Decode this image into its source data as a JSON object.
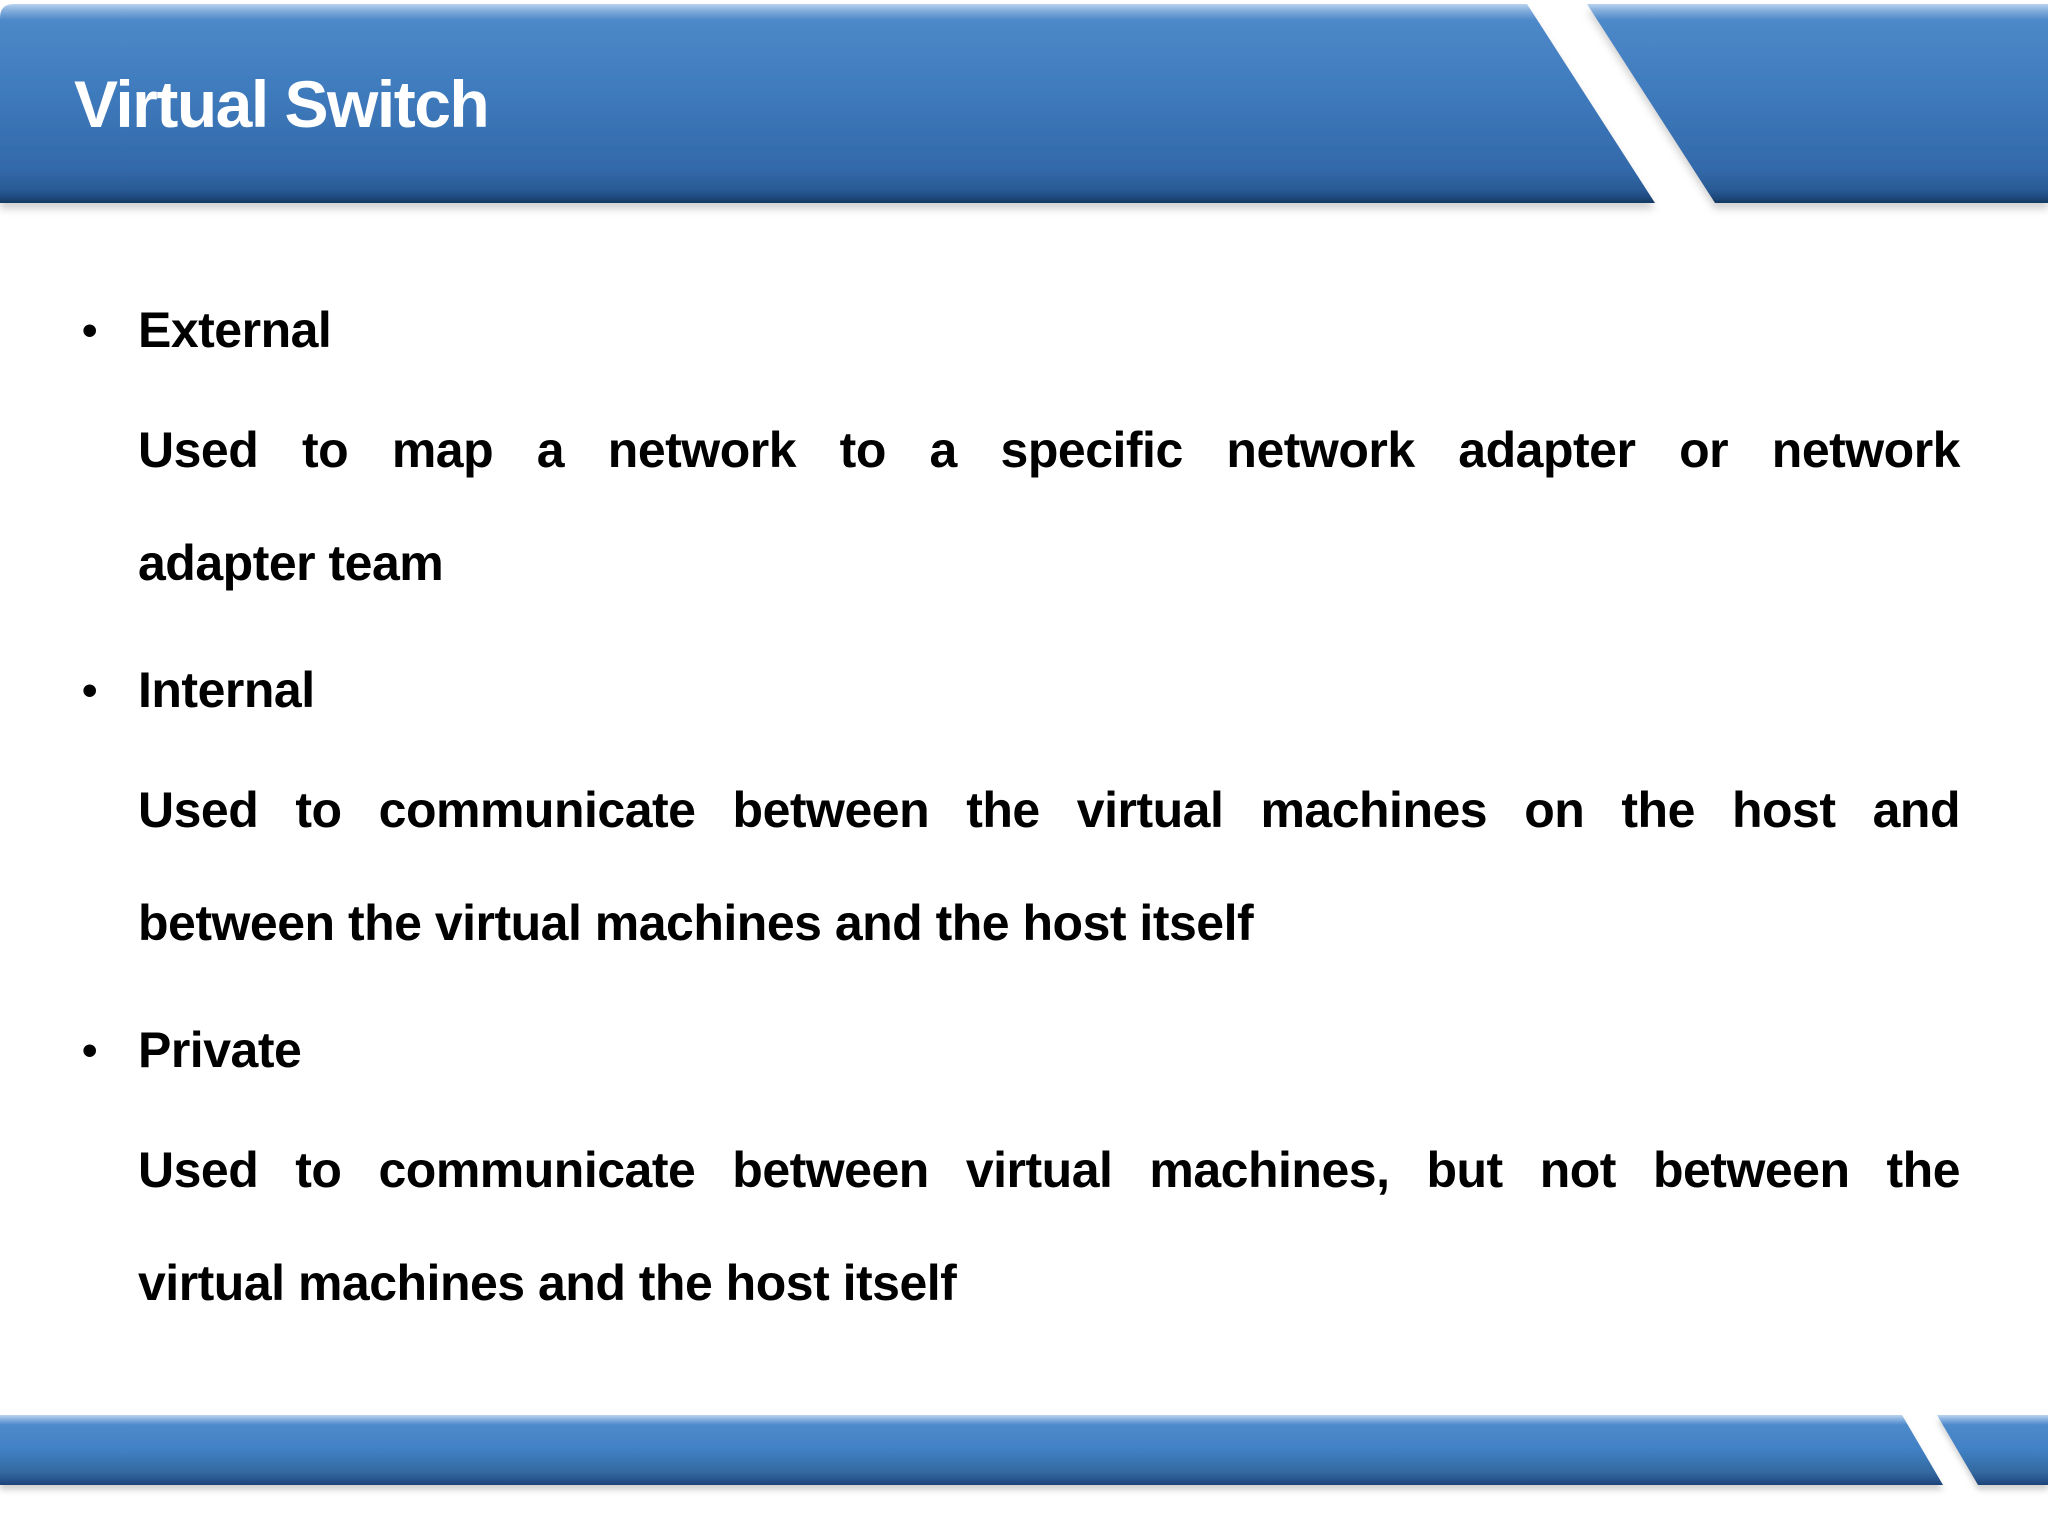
{
  "slide": {
    "title": "Virtual Switch",
    "bullet_char": "•",
    "bullets": [
      {
        "term": "External",
        "desc_lines": [
          "Used to map a network to a specific network adapter or network",
          "adapter team"
        ]
      },
      {
        "term": "Internal",
        "desc_lines": [
          "Used to communicate between the virtual machines on the host and",
          "between the virtual machines and the host itself"
        ]
      },
      {
        "term": "Private",
        "desc_lines": [
          "Used to communicate between virtual machines, but not between the",
          "virtual machines and the host itself"
        ]
      }
    ],
    "colors": {
      "banner_blue_mid": "#3e7abc",
      "banner_blue_top": "#4d89c9",
      "banner_highlight": "#b9d3ef",
      "banner_edge_dark": "#1c4577",
      "title_text": "#ffffff",
      "body_text": "#000000",
      "background": "#ffffff"
    }
  }
}
